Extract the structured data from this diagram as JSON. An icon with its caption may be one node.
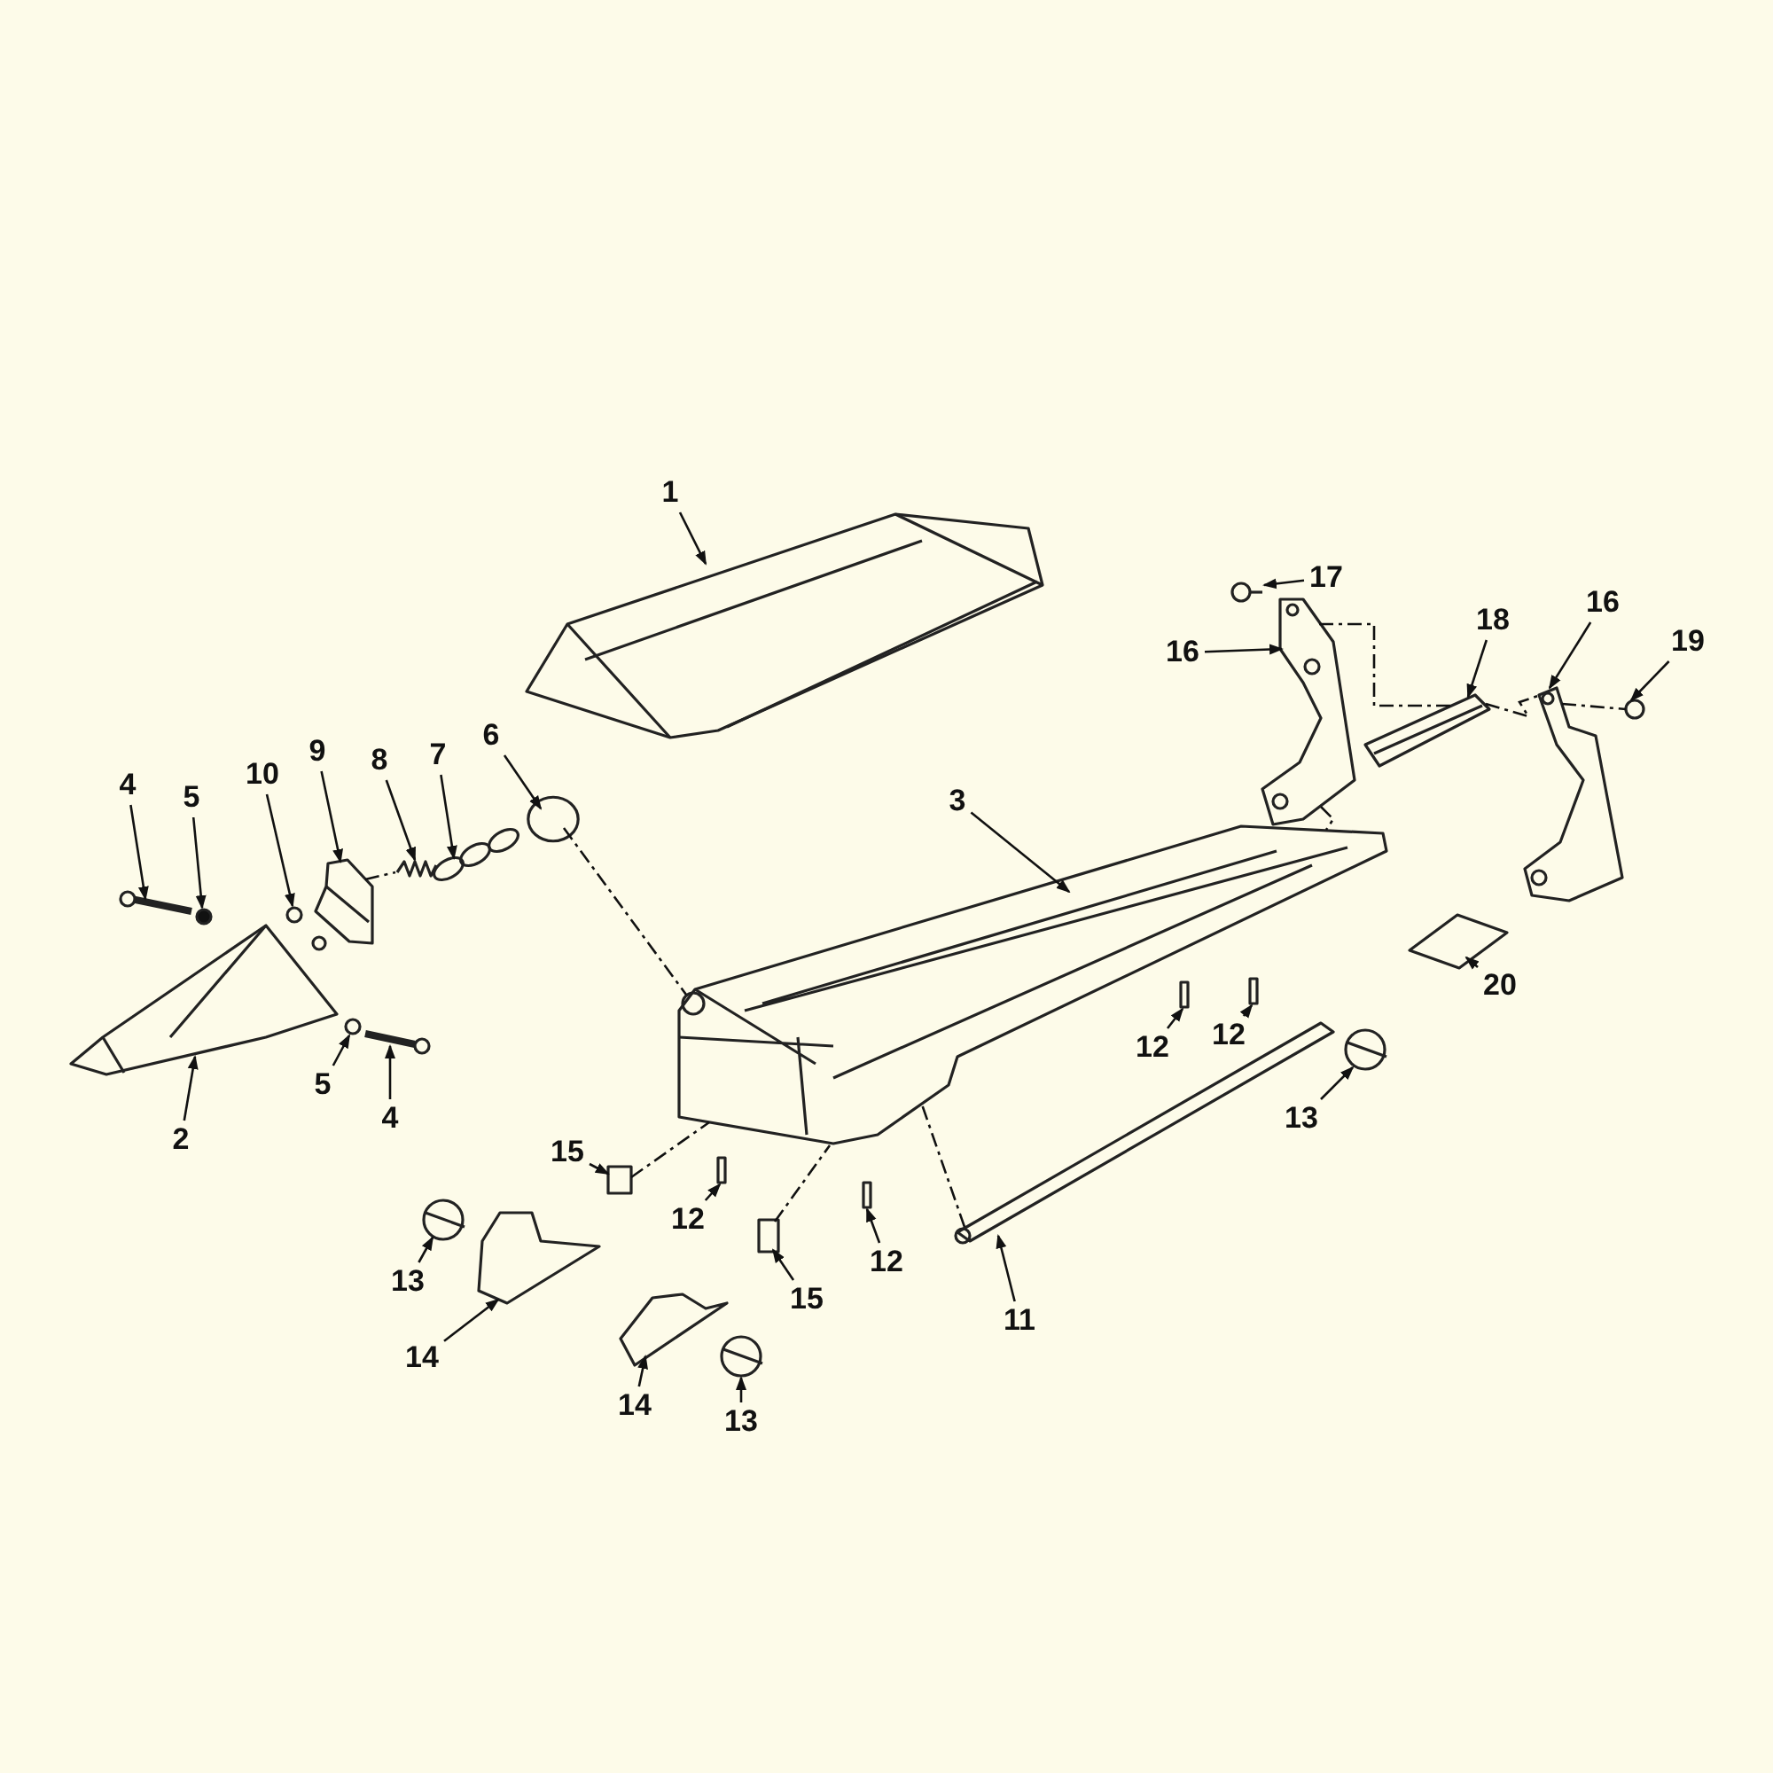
{
  "diagram": {
    "nodes": [
      {
        "text": [
          "1"
        ]
      },
      {
        "text": [],
        "shape": "picture"
      },
      {
        "text": [
          "17"
        ]
      },
      {
        "text": [],
        "shape": "picture"
      },
      {
        "text": [
          "16"
        ]
      },
      {
        "text": [],
        "shape": "picture"
      },
      {
        "text": [
          "18"
        ]
      },
      {
        "text": [],
        "shape": "picture"
      },
      {
        "text": [
          "16"
        ]
      },
      {
        "text": [],
        "shape": "picture"
      },
      {
        "text": [
          "19"
        ]
      },
      {
        "text": [],
        "shape": "circle"
      },
      {
        "text": [
          "6"
        ]
      },
      {
        "text": [],
        "shape": "circle"
      },
      {
        "text": [
          "9"
        ]
      },
      {
        "text": [],
        "shape": "picture"
      },
      {
        "text": [
          "8"
        ]
      },
      {
        "text": [],
        "shape": "picture"
      },
      {
        "text": [
          "7"
        ]
      },
      {
        "text": [],
        "shape": "picture"
      },
      {
        "text": [
          "10"
        ]
      },
      {
        "text": [],
        "shape": "circle"
      },
      {
        "text": [
          "4"
        ]
      },
      {
        "text": [],
        "shape": "picture"
      },
      {
        "text": [
          "5"
        ]
      },
      {
        "text": [],
        "shape": "circle"
      },
      {
        "text": [
          "3"
        ]
      },
      {
        "text": [],
        "shape": "picture"
      },
      {
        "text": [
          "20"
        ]
      },
      {
        "text": [],
        "shape": "picture"
      },
      {
        "text": [
          "12"
        ]
      },
      {
        "text": [],
        "shape": "box"
      },
      {
        "text": [
          "12"
        ]
      },
      {
        "text": [],
        "shape": "box"
      },
      {
        "text": [
          "5"
        ]
      },
      {
        "text": [],
        "shape": "circle"
      },
      {
        "text": [
          "4"
        ]
      },
      {
        "text": [],
        "shape": "picture"
      },
      {
        "text": [
          "2"
        ]
      },
      {
        "text": [],
        "shape": "picture"
      },
      {
        "text": [
          "13"
        ]
      },
      {
        "text": [],
        "shape": "picture"
      },
      {
        "text": [
          "15"
        ]
      },
      {
        "text": [],
        "shape": "box"
      },
      {
        "text": [
          "12"
        ]
      },
      {
        "text": [],
        "shape": "box"
      },
      {
        "text": [
          "12"
        ]
      },
      {
        "text": [],
        "shape": "box"
      },
      {
        "text": [
          "13"
        ]
      },
      {
        "text": [],
        "shape": "picture"
      },
      {
        "text": [
          "15"
        ]
      },
      {
        "text": [],
        "shape": "box"
      },
      {
        "text": [
          "11"
        ]
      },
      {
        "text": [],
        "shape": "bar"
      },
      {
        "text": [
          "14"
        ]
      },
      {
        "text": [],
        "shape": "picture"
      },
      {
        "text": [
          "14"
        ]
      },
      {
        "text": [],
        "shape": "picture"
      },
      {
        "text": [
          "13"
        ]
      },
      {
        "text": [],
        "shape": "picture"
      }
    ],
    "edges": [
      {
        "from": 0,
        "to": 1,
        "arrow": "to"
      },
      {
        "from": 2,
        "to": 3,
        "arrow": "to"
      },
      {
        "from": 4,
        "to": 5,
        "arrow": "to"
      },
      {
        "from": 6,
        "to": 7,
        "arrow": "to"
      },
      {
        "from": 8,
        "to": 9,
        "arrow": "to"
      },
      {
        "from": 10,
        "to": 11,
        "arrow": "to"
      },
      {
        "from": 12,
        "to": 13,
        "arrow": "to"
      },
      {
        "from": 14,
        "to": 15,
        "arrow": "to"
      },
      {
        "from": 16,
        "to": 17,
        "arrow": "to"
      },
      {
        "from": 18,
        "to": 19,
        "arrow": "to"
      },
      {
        "from": 20,
        "to": 21,
        "arrow": "to"
      },
      {
        "from": 22,
        "to": 23,
        "arrow": "to"
      },
      {
        "from": 24,
        "to": 25,
        "arrow": "to"
      },
      {
        "from": 26,
        "to": 27,
        "arrow": "to"
      },
      {
        "from": 28,
        "to": 29,
        "arrow": "to"
      },
      {
        "from": 30,
        "to": 31,
        "arrow": "to"
      },
      {
        "from": 32,
        "to": 33,
        "arrow": "to"
      },
      {
        "from": 34,
        "to": 35,
        "arrow": "to"
      },
      {
        "from": 36,
        "to": 37,
        "arrow": "to"
      },
      {
        "from": 38,
        "to": 39,
        "arrow": "to"
      },
      {
        "from": 40,
        "to": 41,
        "arrow": "to"
      },
      {
        "from": 42,
        "to": 43,
        "arrow": "to"
      },
      {
        "from": 44,
        "to": 45,
        "arrow": "to"
      },
      {
        "from": 46,
        "to": 47,
        "arrow": "to"
      },
      {
        "from": 48,
        "to": 49,
        "arrow": "to"
      },
      {
        "from": 50,
        "to": 51,
        "arrow": "to"
      },
      {
        "from": 52,
        "to": 53,
        "arrow": "to"
      },
      {
        "from": 54,
        "to": 55,
        "arrow": "to"
      },
      {
        "from": 56,
        "to": 57,
        "arrow": "to"
      },
      {
        "from": 58,
        "to": 59,
        "arrow": "to"
      },
      {
        "from": 13,
        "to": 27,
        "arrow": "none",
        "style": "dashed"
      },
      {
        "from": 15,
        "to": 17,
        "arrow": "none",
        "style": "dashed"
      },
      {
        "from": 5,
        "to": 7,
        "arrow": "none",
        "style": "dashed"
      },
      {
        "from": 7,
        "to": 9,
        "arrow": "none",
        "style": "dashed"
      },
      {
        "from": 9,
        "to": 11,
        "arrow": "none",
        "style": "dashed"
      },
      {
        "from": 5,
        "to": 27,
        "arrow": "none",
        "style": "dashed"
      },
      {
        "from": 43,
        "to": 27,
        "arrow": "none",
        "style": "dashed"
      },
      {
        "from": 51,
        "to": 27,
        "arrow": "none",
        "style": "dashed"
      },
      {
        "from": 53,
        "to": 27,
        "arrow": "none",
        "style": "dashed"
      }
    ]
  }
}
